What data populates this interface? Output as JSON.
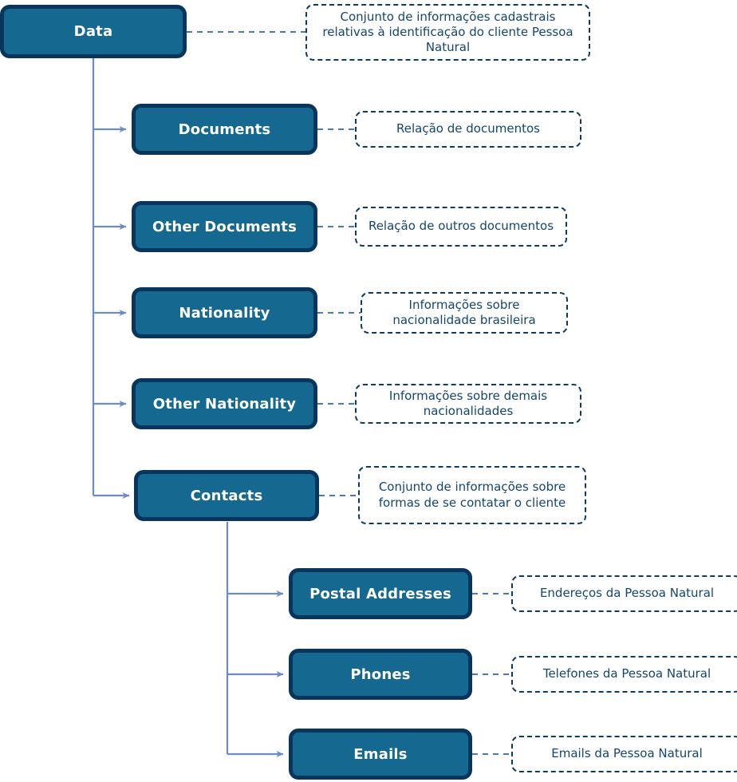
{
  "diagram": {
    "title": "Data",
    "type": "hierarchy-tree",
    "colors": {
      "node_fill": "#15688f",
      "node_border": "#07355b",
      "node_text": "#ffffff",
      "note_border": "#0d3c61",
      "note_text": "#14466e",
      "connector": "#6d8cc0",
      "background": "#ffffff"
    }
  },
  "nodes": {
    "root": {
      "label": "Data"
    },
    "level1": [
      {
        "label": "Documents"
      },
      {
        "label": "Other Documents"
      },
      {
        "label": "Nationality"
      },
      {
        "label": "Other Nationality"
      },
      {
        "label": "Contacts"
      }
    ],
    "level2": [
      {
        "label": "Postal Addresses"
      },
      {
        "label": "Phones"
      },
      {
        "label": "Emails"
      }
    ]
  },
  "notes": {
    "root": "Conjunto de informações cadastrais relativas à identificação do cliente Pessoa Natural",
    "documents": "Relação de documentos",
    "other_documents": "Relação de outros documentos",
    "nationality": "Informações sobre nacionalidade brasileira",
    "other_nationality": "Informações sobre demais nacionalidades",
    "contacts": "Conjunto de informações sobre formas de se contatar o cliente",
    "postal_addresses": "Endereços da Pessoa Natural",
    "phones": "Telefones da Pessoa Natural",
    "emails": "Emails da Pessoa Natural"
  }
}
